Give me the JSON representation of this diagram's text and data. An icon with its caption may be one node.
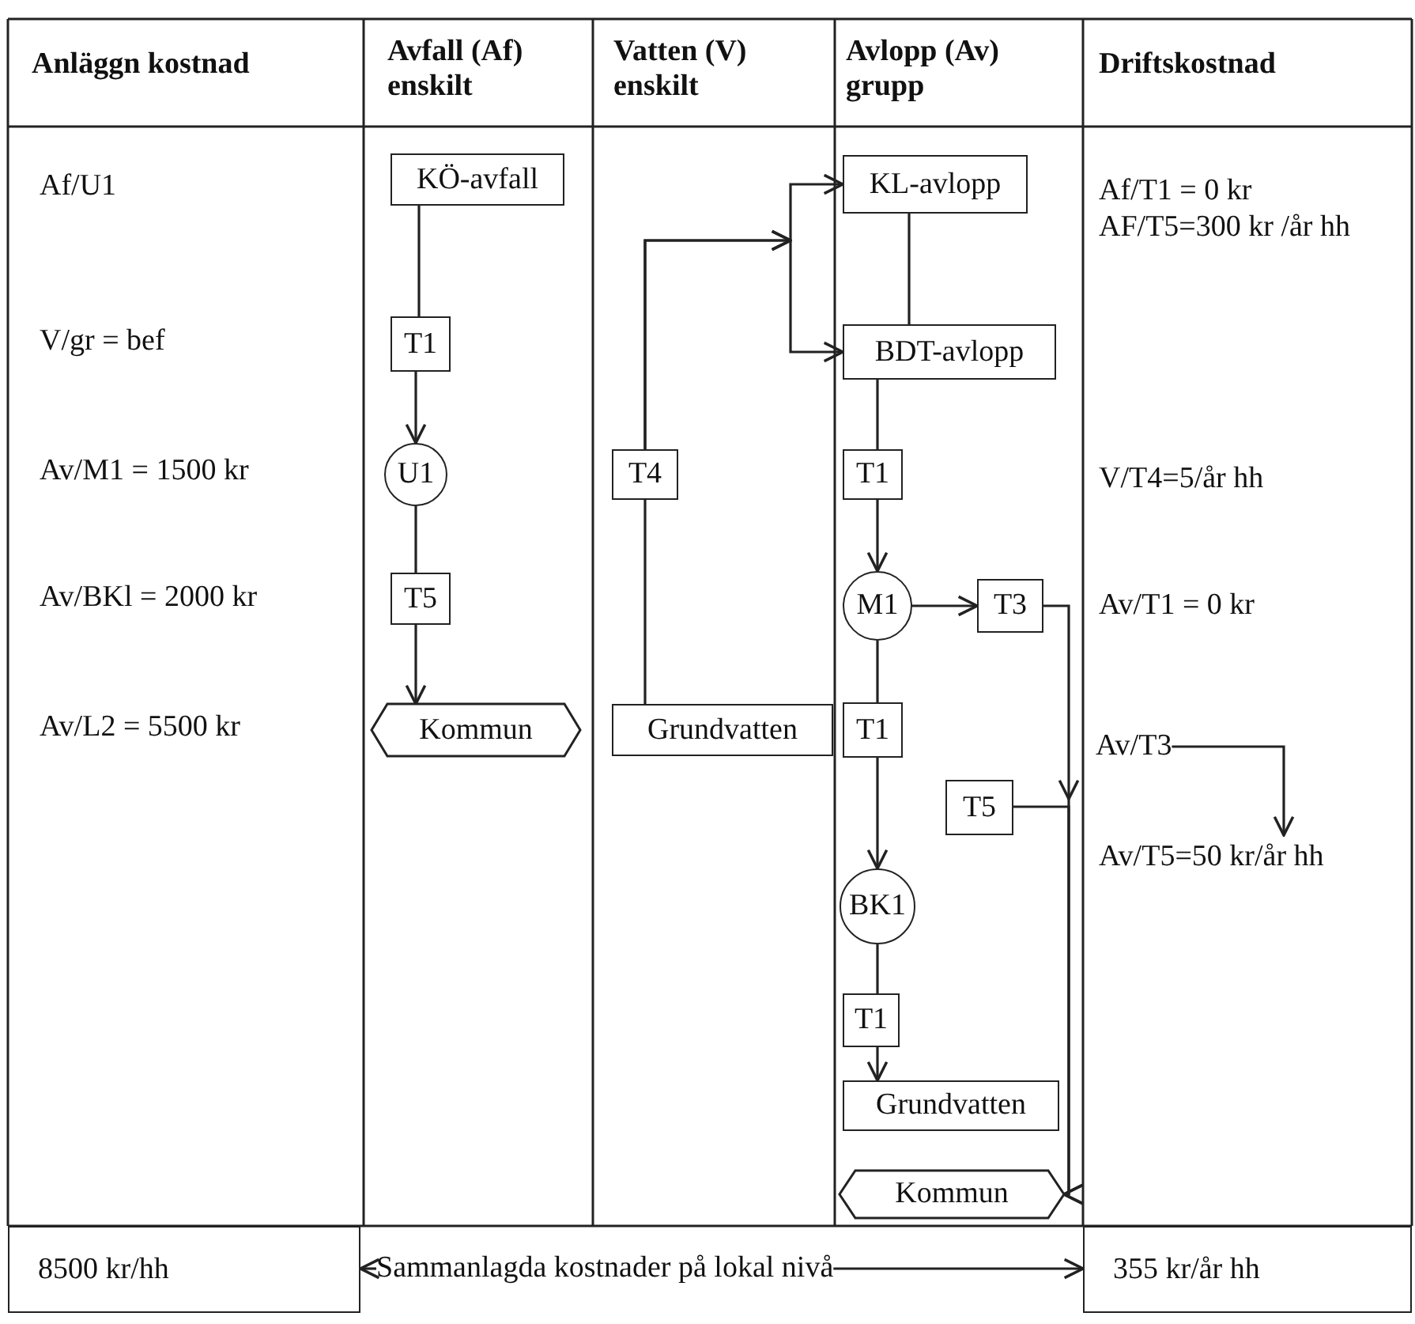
{
  "diagram": {
    "nodes": [
      {
        "text": [
          "KÖ-avfall"
        ]
      },
      {
        "text": [
          "T1"
        ]
      },
      {
        "text": [
          "U1"
        ]
      },
      {
        "text": [
          "T5"
        ]
      },
      {
        "text": [
          "Kommun"
        ]
      },
      {
        "text": [
          "T4"
        ]
      },
      {
        "text": [
          "Grundvatten"
        ]
      },
      {
        "text": [
          "KL-avlopp"
        ]
      },
      {
        "text": [
          "BDT-avlopp"
        ]
      },
      {
        "text": [
          "T1"
        ]
      },
      {
        "text": [
          "M1"
        ]
      },
      {
        "text": [
          "T3"
        ]
      },
      {
        "text": [
          "T1"
        ]
      },
      {
        "text": [
          "T5"
        ]
      },
      {
        "text": [
          "BK1"
        ]
      },
      {
        "text": [
          "T1"
        ]
      },
      {
        "text": [
          "Grundvatten"
        ]
      },
      {
        "text": [
          "Kommun"
        ]
      },
      {
        "text": [
          "8500 kr/hh"
        ]
      },
      {
        "text": [
          "Sammanlagda kostnader på lokal nivå"
        ]
      },
      {
        "text": [
          "355 kr/år hh"
        ]
      },
      {
        "text": [
          "Av/T3"
        ]
      },
      {
        "text": [
          "Av/T5=50 kr/år hh"
        ]
      }
    ],
    "edges": [
      {
        "from": 0,
        "to": 1,
        "arrow": "none"
      },
      {
        "from": 1,
        "to": 2,
        "arrow": "to"
      },
      {
        "from": 2,
        "to": 3,
        "arrow": "none"
      },
      {
        "from": 3,
        "to": 4,
        "arrow": "to"
      },
      {
        "from": 6,
        "to": 5,
        "arrow": "none"
      },
      {
        "from": 5,
        "to": 7,
        "arrow": "to"
      },
      {
        "from": 5,
        "to": 8,
        "arrow": "to"
      },
      {
        "from": 7,
        "to": 8,
        "arrow": "none"
      },
      {
        "from": 8,
        "to": 9,
        "arrow": "none"
      },
      {
        "from": 9,
        "to": 10,
        "arrow": "to"
      },
      {
        "from": 10,
        "to": 11,
        "arrow": "to"
      },
      {
        "from": 11,
        "to": 17,
        "arrow": "to"
      },
      {
        "from": 13,
        "to": 17,
        "arrow": "to"
      },
      {
        "from": 10,
        "to": 12,
        "arrow": "none"
      },
      {
        "from": 12,
        "to": 14,
        "arrow": "to"
      },
      {
        "from": 14,
        "to": 15,
        "arrow": "none"
      },
      {
        "from": 15,
        "to": 16,
        "arrow": "to"
      },
      {
        "from": 19,
        "to": 18,
        "arrow": "to"
      },
      {
        "from": 19,
        "to": 20,
        "arrow": "to"
      },
      {
        "from": 21,
        "to": 22,
        "arrow": "to"
      }
    ],
    "labels": [
      "Anläggn kostnad",
      "Avfall (Af) enskilt",
      "Vatten (V) enskilt",
      "Avlopp (Av) grupp",
      "Driftskostnad",
      "Af/U1",
      "Af/T1 = 0 kr",
      "AF/T5=300 kr /år hh",
      "V/gr = bef",
      "Av/M1 = 1500 kr",
      "V/T4=5/år hh",
      "Av/BKl = 2000 kr",
      "Av/T1 = 0 kr",
      "Av/L2 = 5500 kr"
    ]
  }
}
